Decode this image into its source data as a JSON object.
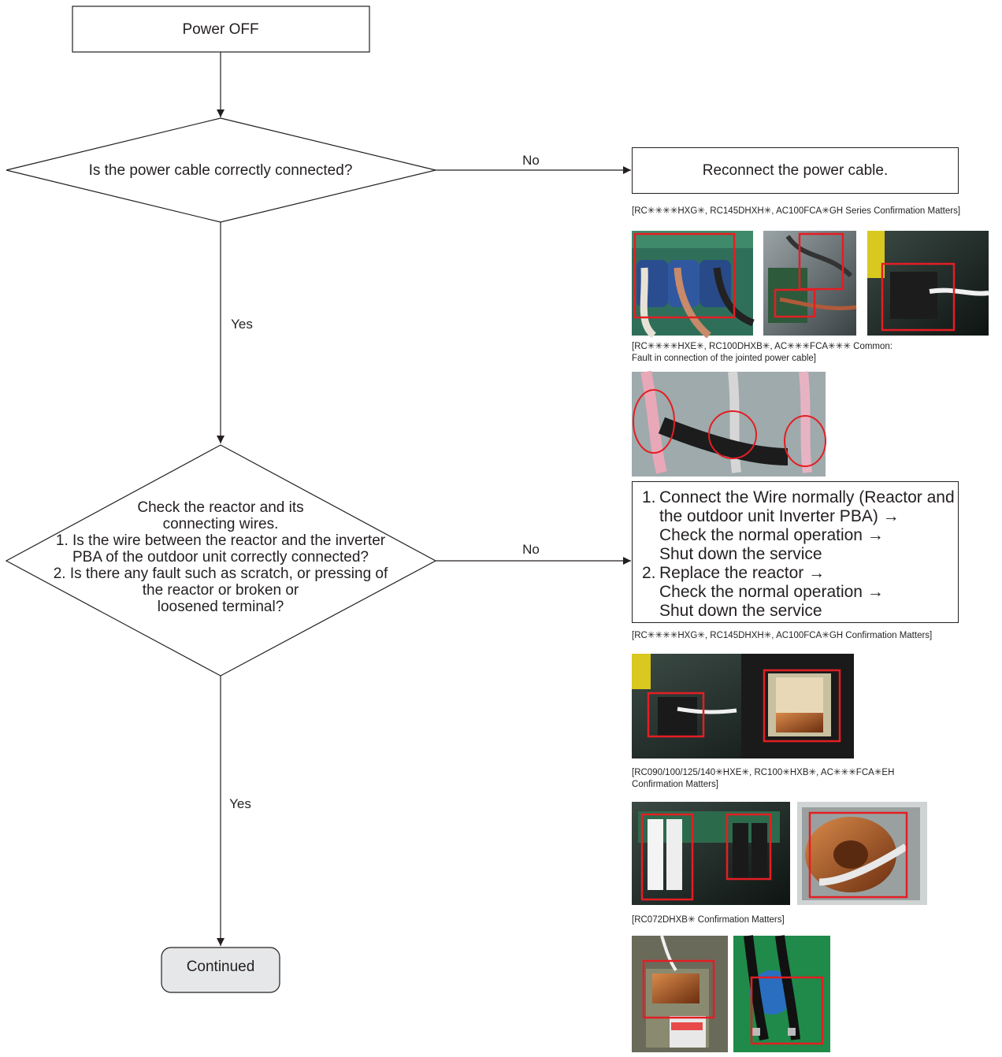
{
  "nodes": {
    "power_off": "Power OFF",
    "q_power_cable": "Is the power cable correctly connected?",
    "reconnect": "Reconnect the power cable.",
    "q_reactor": [
      "Check the reactor and its",
      "connecting wires.",
      "1. Is the wire between the reactor and the inverter",
      "PBA of the outdoor unit correctly connected?",
      "2. Is there any fault such as scratch, or pressing of",
      "the reactor or broken or",
      "loosened terminal?"
    ],
    "continued": "Continued"
  },
  "edges": {
    "no1": "No",
    "yes1": "Yes",
    "no2": "No",
    "yes2": "Yes"
  },
  "steps": [
    {
      "num": "1.",
      "lines": [
        "Connect the Wire normally (Reactor and",
        "the outdoor unit Inverter PBA) →",
        "Check the normal operation →",
        "Shut down the service"
      ]
    },
    {
      "num": "2.",
      "lines": [
        "Replace the reactor →",
        "Check the normal operation →",
        "Shut down the service"
      ]
    }
  ],
  "captions": {
    "c1": "[RC✳✳✳✳HXG✳, RC145DHXH✳, AC100FCA✳GH Series Confirmation Matters]",
    "c2a": "[RC✳✳✳✳HXE✳, RC100DHXB✳, AC✳✳✳FCA✳✳✳ Common:",
    "c2b": "Fault in connection of the jointed power cable]",
    "c3": "[RC✳✳✳✳HXG✳, RC145DHXH✳, AC100FCA✳GH Confirmation Matters]",
    "c4a": "[RC090/100/125/140✳HXE✳, RC100✳HXB✳, AC✳✳✳FCA✳EH",
    "c4b": "Confirmation Matters]",
    "c5": "[RC072DHXB✳ Confirmation Matters]"
  },
  "colors": {
    "line": "#231f20",
    "highlight": "#e31e24",
    "terminal_fill": "#e6e7e8"
  }
}
